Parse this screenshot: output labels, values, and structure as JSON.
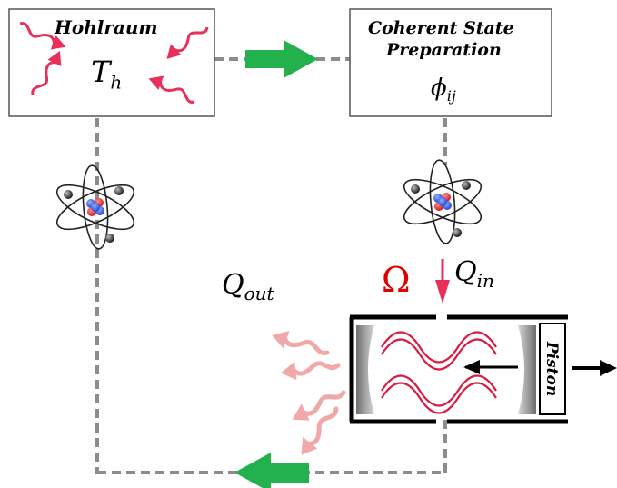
{
  "hohlraum_box": {
    "title": "Hohlraum",
    "temperature_symbol": "T",
    "temperature_subscript": "h"
  },
  "coherent_box": {
    "title_line1": "Coherent State",
    "title_line2": "Preparation",
    "state_symbol": "ϕ",
    "state_subscript": "ij"
  },
  "heat_labels": {
    "q_in_symbol": "Q",
    "q_in_subscript": "in",
    "q_out_symbol": "Q",
    "q_out_subscript": "out"
  },
  "frequency_label": "Ω",
  "piston_label": "Piston",
  "colors": {
    "flow_arrow": "#22b14c",
    "radiation": "#e8305a",
    "wave": "#d81c44",
    "heat_out": "#f0a8a8",
    "dash_line": "#8c8c8c",
    "frequency": "#e00000",
    "mirror": "#8a8a8a"
  },
  "icons": [
    "atom-icon",
    "wavy-arrow-icon",
    "green-arrow-icon"
  ]
}
